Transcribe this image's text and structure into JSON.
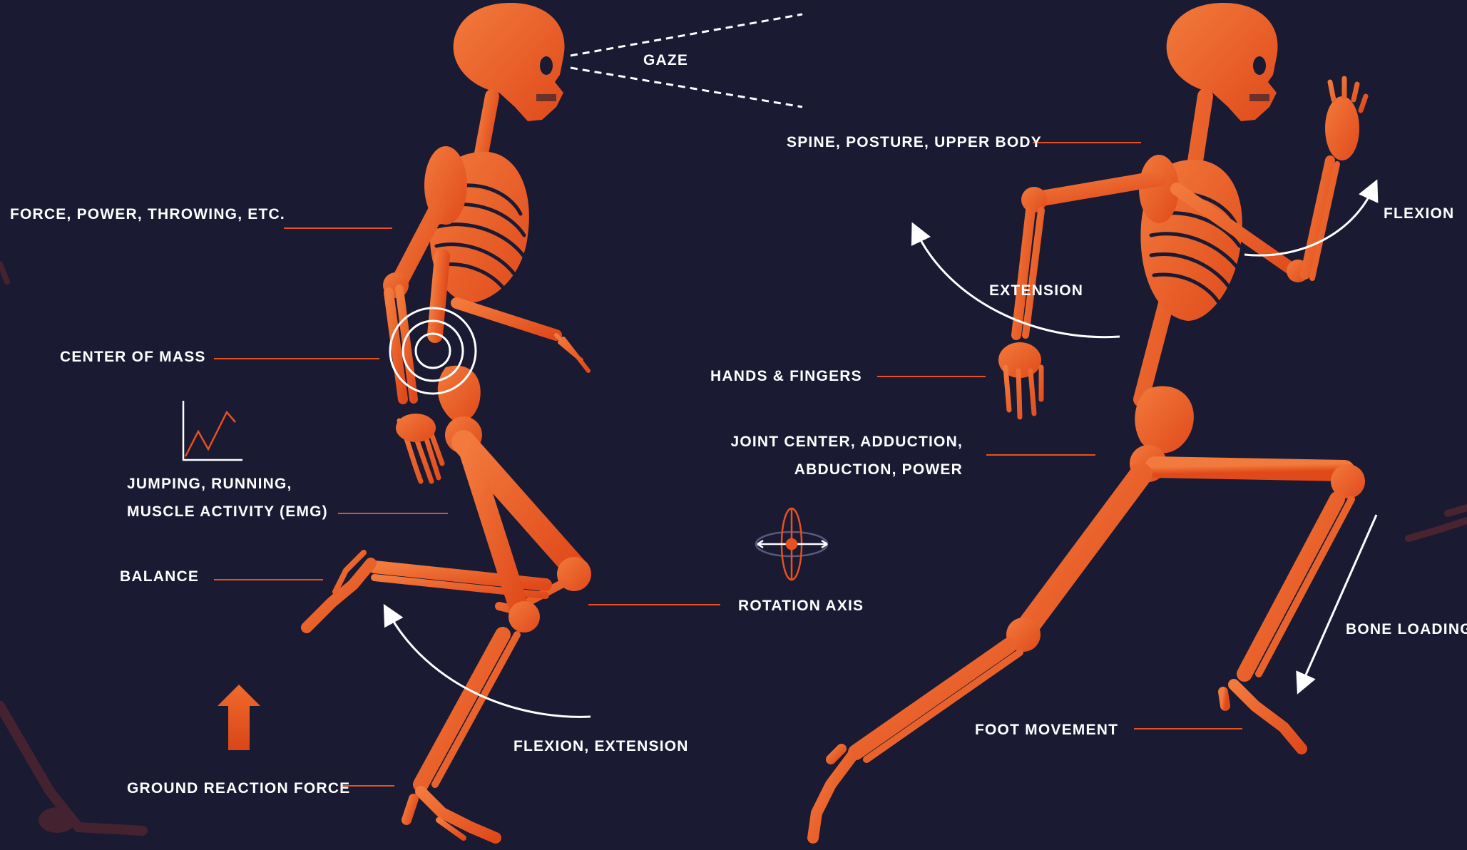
{
  "colors": {
    "background": "#1a1a33",
    "bone": "#e8501f",
    "bone_light": "#f07a3a",
    "bone_dark": "#c7401a",
    "annotation": "#ffffff",
    "leader_line": "#e8501f",
    "ghost_bone": "#5a2a2a"
  },
  "labels": {
    "gaze": "GAZE",
    "force_power": "FORCE, POWER, THROWING, ETC.",
    "center_of_mass": "CENTER OF MASS",
    "jumping_line1": "JUMPING, RUNNING,",
    "jumping_line2": "MUSCLE ACTIVITY (EMG)",
    "balance": "BALANCE",
    "ground_reaction": "GROUND REACTION FORCE",
    "flexion_extension": "FLEXION, EXTENSION",
    "rotation_axis": "ROTATION AXIS",
    "spine_posture": "SPINE, POSTURE, UPPER BODY",
    "flexion": "FLEXION",
    "extension": "EXTENSION",
    "hands_fingers": "HANDS & FINGERS",
    "joint_line1": "JOINT CENTER, ADDUCTION,",
    "joint_line2": "ABDUCTION,  POWER",
    "bone_loading": "BONE LOADING",
    "foot_movement": "FOOT MOVEMENT"
  },
  "icons": [
    "gaze-lines-icon",
    "target-circles-icon",
    "line-graph-icon",
    "up-arrow-icon",
    "rotation-axis-icon",
    "curved-arrow-icon",
    "straight-arrow-icon"
  ]
}
